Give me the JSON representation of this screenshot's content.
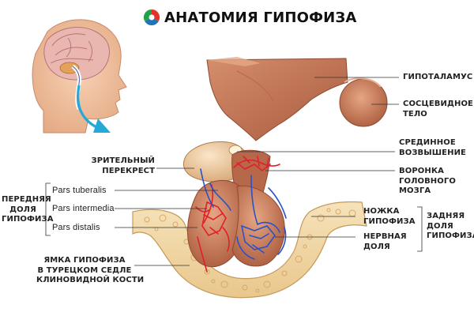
{
  "title": "АНАТОМИЯ ГИПОФИЗА",
  "logo": {
    "icon": "swirl-logo-icon",
    "colors": [
      "#e63329",
      "#1f73b7",
      "#22a04a"
    ]
  },
  "labels": {
    "hypothalamus": "ГИПОТАЛАМУС",
    "mammillary_body": "СОСЦЕВИДНОЕ\nТЕЛО",
    "median_eminence": "СРЕДИННОЕ\nВОЗВЫШЕНИЕ",
    "infundibulum": "ВОРОНКА\nГОЛОВНОГО\nМОЗГА",
    "optic_chiasm": "ЗРИТЕЛЬНЫЙ\nПЕРЕКРЕСТ",
    "pars_tuberalis": "Pars tuberalis",
    "pars_intermedia": "Pars intermedia",
    "pars_distalis": "Pars distalis",
    "anterior_lobe": "ПЕРЕДНЯЯ\nДОЛЯ\nГИПОФИЗА",
    "pituitary_stalk": "НОЖКА\nГИПОФИЗА",
    "neural_lobe": "НЕРВНАЯ\nДОЛЯ",
    "posterior_lobe": "ЗАДНЯЯ\nДОЛЯ\nГИПОФИЗА",
    "sella_fossa": "ЯМКА ГИПОФИЗА\nВ ТУРЕЦКОМ СЕДЛЕ\nКЛИНОВИДНОЙ КОСТИ"
  },
  "colors": {
    "brain_tissue": "#c8785a",
    "tissue_dark": "#9e5038",
    "tissue_light": "#e9b89a",
    "bone": "#f2d9a8",
    "bone_pores": "#d9a868",
    "artery": "#e0202a",
    "vein": "#2a52c8",
    "arrow": "#27a9d8"
  }
}
